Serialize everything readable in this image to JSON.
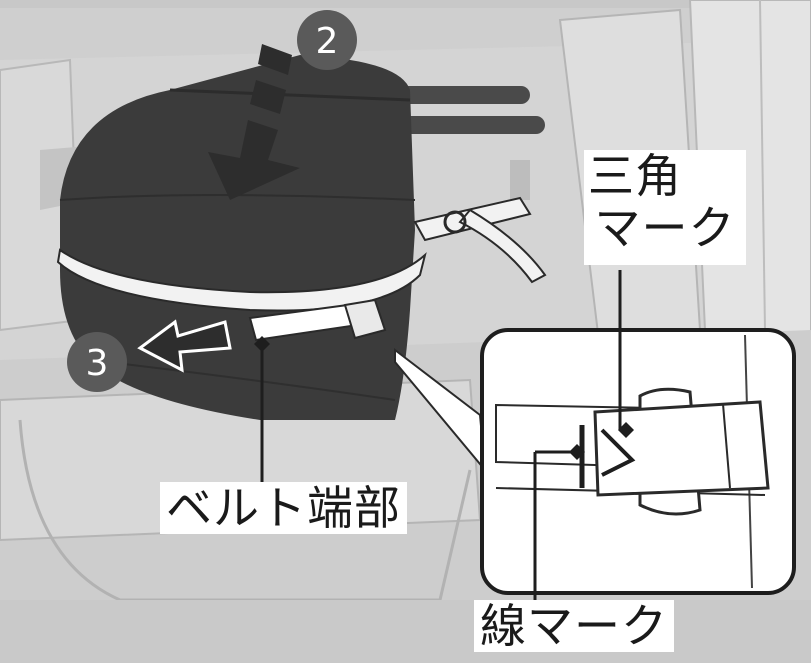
{
  "steps": {
    "step2": "2",
    "step3": "3"
  },
  "labels": {
    "triangle_mark_line1": "三角",
    "triangle_mark_line2": "マーク",
    "belt_end": "ベルト端部",
    "line_mark": "線マーク"
  },
  "colors": {
    "background": "#d2d2d2",
    "bag_body": "#3c3c3c",
    "badge": "#5a5a5a",
    "inset_bg": "#ffffff",
    "strap": "#f2f2f2",
    "text": "#1a1a1a"
  }
}
